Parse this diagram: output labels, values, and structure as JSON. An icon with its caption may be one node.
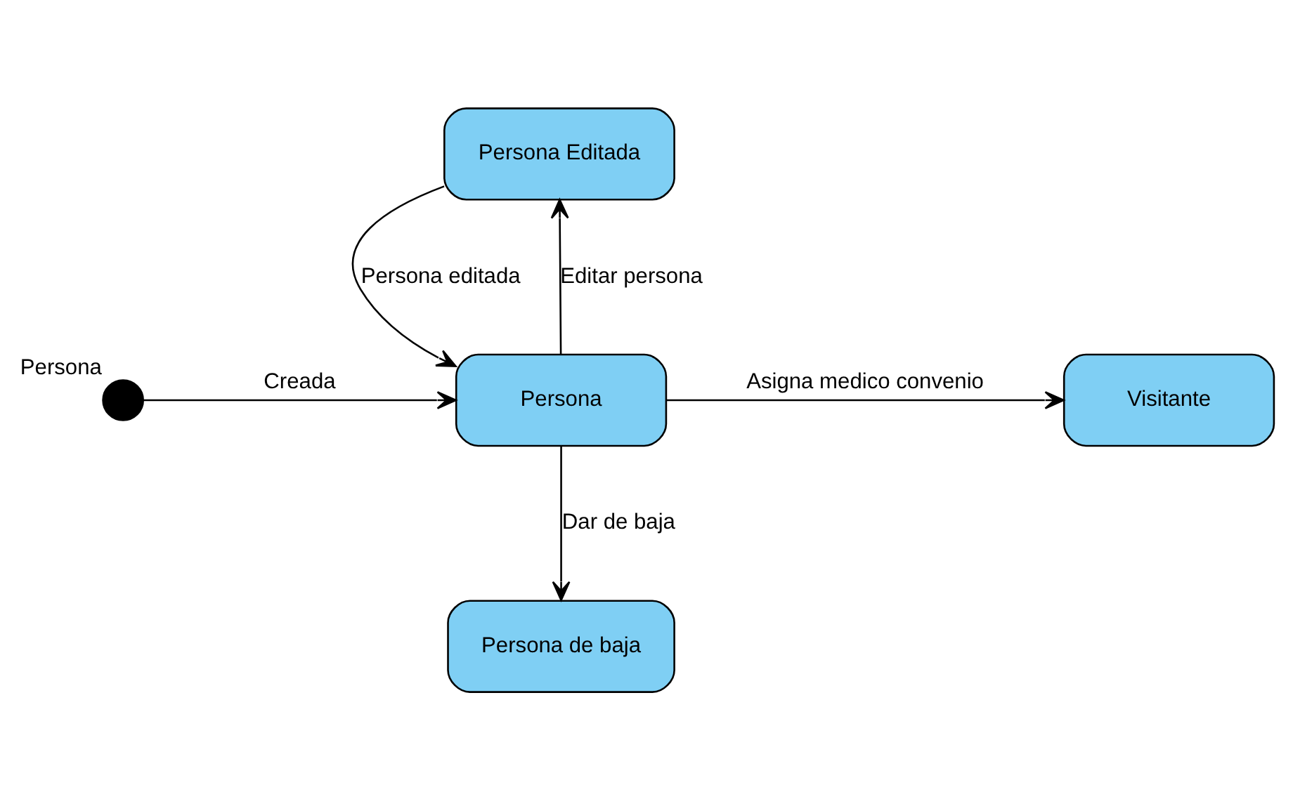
{
  "diagram": {
    "nodes": [
      {
        "text": [
          "Persona Editada"
        ]
      },
      {
        "text": [],
        "shape": "circle",
        "beside": [
          "Persona"
        ]
      },
      {
        "text": [
          "Persona"
        ]
      },
      {
        "text": [
          "Visitante"
        ]
      },
      {
        "text": [
          "Persona de baja"
        ]
      }
    ],
    "edges": [
      {
        "from": 1,
        "to": 2,
        "arrow": "to",
        "label": "Creada"
      },
      {
        "from": 2,
        "to": 0,
        "arrow": "to",
        "label": "Editar persona"
      },
      {
        "from": 0,
        "to": 2,
        "arrow": "to",
        "label": "Persona editada"
      },
      {
        "from": 2,
        "to": 3,
        "arrow": "to",
        "label": "Asigna medico convenio"
      },
      {
        "from": 2,
        "to": 4,
        "arrow": "to",
        "label": "Dar de baja"
      }
    ]
  }
}
